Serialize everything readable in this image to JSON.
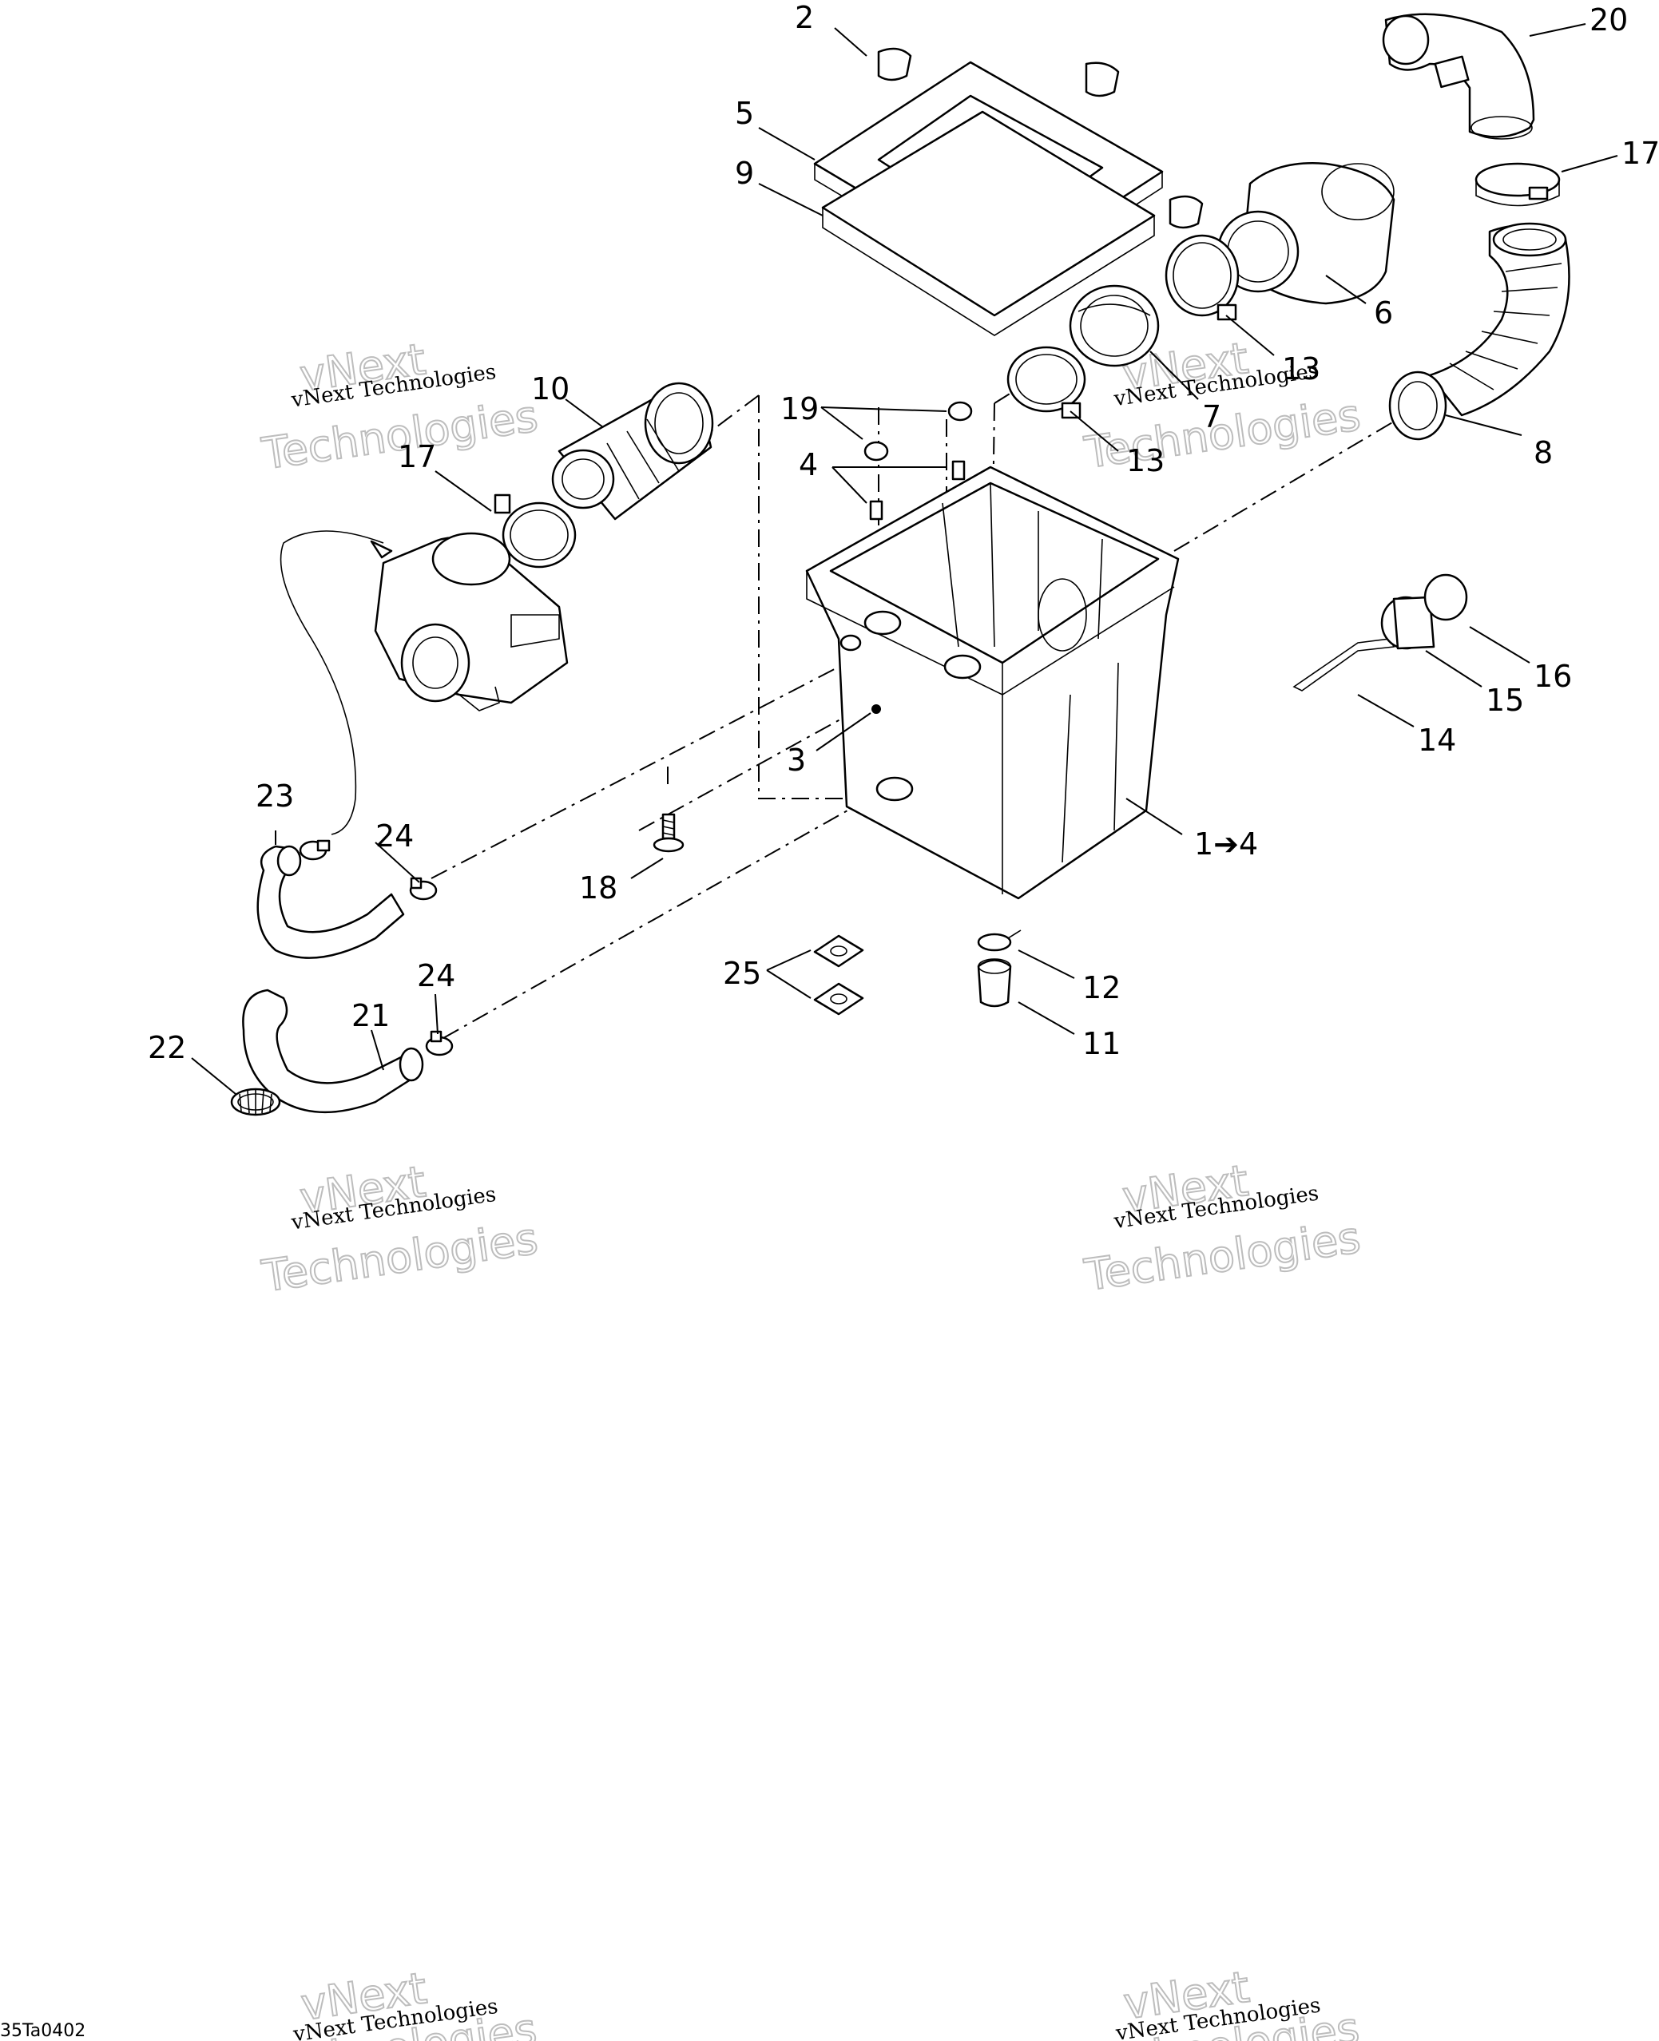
{
  "callouts": [
    {
      "id": "c2",
      "text": "2"
    },
    {
      "id": "c20",
      "text": "20"
    },
    {
      "id": "c5",
      "text": "5"
    },
    {
      "id": "c9",
      "text": "9"
    },
    {
      "id": "c17a",
      "text": "17"
    },
    {
      "id": "c6",
      "text": "6"
    },
    {
      "id": "c13a",
      "text": "13"
    },
    {
      "id": "c7",
      "text": "7"
    },
    {
      "id": "c10",
      "text": "10"
    },
    {
      "id": "c19",
      "text": "19"
    },
    {
      "id": "c8",
      "text": "8"
    },
    {
      "id": "c17b",
      "text": "17"
    },
    {
      "id": "c4",
      "text": "4"
    },
    {
      "id": "c13b",
      "text": "13"
    },
    {
      "id": "c16",
      "text": "16"
    },
    {
      "id": "c15",
      "text": "15"
    },
    {
      "id": "c14",
      "text": "14"
    },
    {
      "id": "c3",
      "text": "3"
    },
    {
      "id": "c23",
      "text": "23"
    },
    {
      "id": "c24a",
      "text": "24"
    },
    {
      "id": "c1to4",
      "text": "1➔4"
    },
    {
      "id": "c18",
      "text": "18"
    },
    {
      "id": "c25",
      "text": "25"
    },
    {
      "id": "c12",
      "text": "12"
    },
    {
      "id": "c24b",
      "text": "24"
    },
    {
      "id": "c21",
      "text": "21"
    },
    {
      "id": "c11",
      "text": "11"
    },
    {
      "id": "c22",
      "text": "22"
    }
  ],
  "watermark": {
    "line1": "vNext Technologies",
    "line2_a": "vNext",
    "line2_b": "Technologies"
  },
  "drawing_code": "35Ta0402"
}
